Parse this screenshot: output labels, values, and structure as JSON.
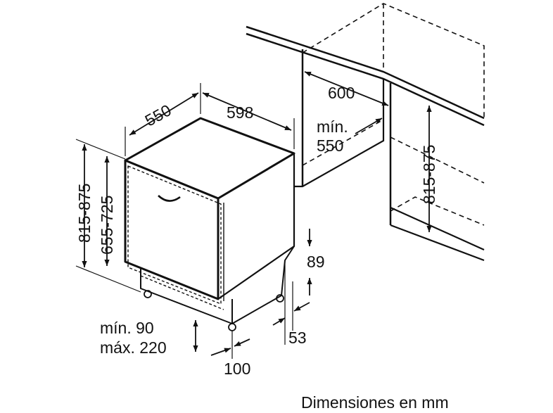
{
  "diagram": {
    "caption": "Dimensiones en mm",
    "dimensions": {
      "depth": "550",
      "width": "598",
      "niche_width": "600",
      "niche_depth_min_label": "mín.",
      "niche_depth_min_value": "550",
      "height_range": "815-875",
      "door_height_range": "655-725",
      "niche_height_range": "815-875",
      "plinth_height": "89",
      "plinth_setback": "53",
      "plinth_min": "mín. 90",
      "plinth_max": "máx. 220",
      "foot_offset": "100"
    }
  }
}
